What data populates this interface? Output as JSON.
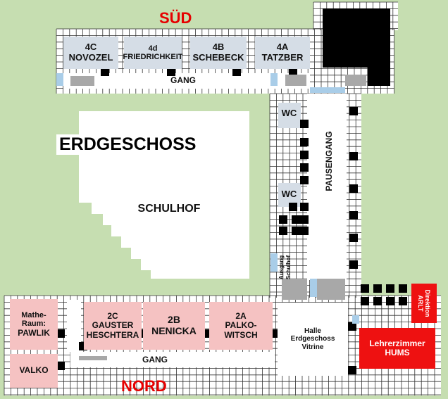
{
  "compass": {
    "south": "SÜD",
    "north": "NORD"
  },
  "title": "ERDGESCHOSS",
  "courtyard": "SCHULHOF",
  "south_wing": {
    "rooms": [
      {
        "line1": "4C",
        "line2": "NOVOZEL"
      },
      {
        "line1": "4d",
        "line2": "FRIEDRICHKEIT"
      },
      {
        "line1": "4B",
        "line2": "SCHEBECK"
      },
      {
        "line1": "4A",
        "line2": "TATZBER"
      }
    ],
    "corridor": "GANG"
  },
  "east_wing": {
    "wc_upper": "WC",
    "wc_lower": "WC",
    "corridor": "PAUSENGANG",
    "exit": {
      "line1": "Ausgang",
      "line2": "Schulhof"
    }
  },
  "north_wing": {
    "rooms": [
      {
        "line1": "Mathe-",
        "line2": "Raum:",
        "line3": "PAWLIK"
      },
      {
        "line1": "VALKO"
      },
      {
        "line1": "2C",
        "line2": "GAUSTER",
        "line3": "HESCHTERA"
      },
      {
        "line1": "2B",
        "line2": "NENICKA"
      },
      {
        "line1": "2A",
        "line2": "PALKO-",
        "line3": "WITSCH"
      }
    ],
    "corridor": "GANG",
    "hall": {
      "line1": "Halle",
      "line2": "Erdgeschoss",
      "line3": "Vitrine"
    },
    "staff_room": {
      "line1": "Lehrerzimmer",
      "line2": "HUMS"
    },
    "direction": {
      "line1": "Direktion",
      "line2": "ARLT"
    }
  },
  "colors": {
    "lawn": "#c6deb1",
    "wall": "#ffffff",
    "grid": "#333333",
    "classroom": "#d5dde6",
    "pink_room": "#f5c2c2",
    "office": "#ee1111",
    "window": "#a9cde8",
    "accent": "#e60000"
  }
}
